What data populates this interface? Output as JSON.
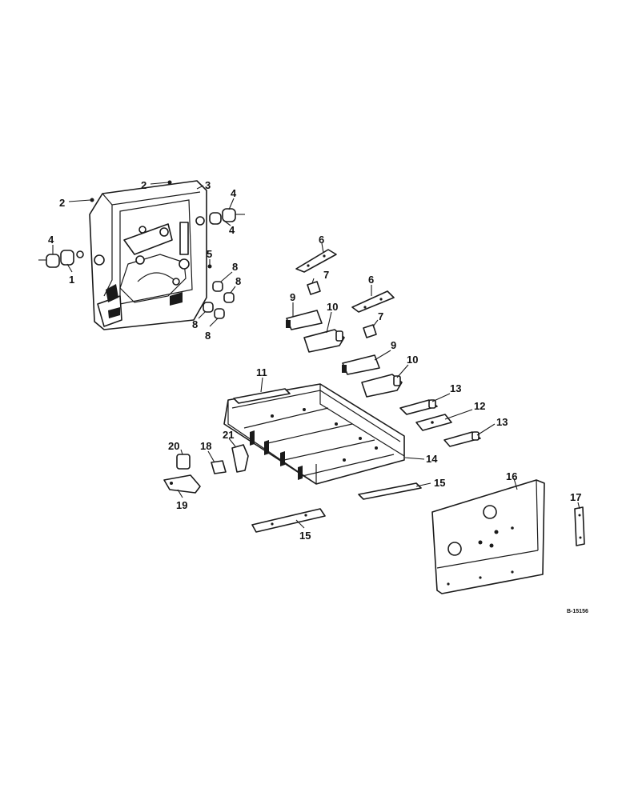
{
  "callouts": {
    "c1": "1",
    "c2a": "2",
    "c2b": "2",
    "c3": "3",
    "c4a": "4",
    "c4b": "4",
    "c4c": "4",
    "c5": "5",
    "c6a": "6",
    "c6b": "6",
    "c7a": "7",
    "c7b": "7",
    "c8a": "8",
    "c8b": "8",
    "c8c": "8",
    "c8d": "8",
    "c9a": "9",
    "c9b": "9",
    "c10a": "10",
    "c10b": "10",
    "c11": "11",
    "c12": "12",
    "c13a": "13",
    "c13b": "13",
    "c14": "14",
    "c15a": "15",
    "c15b": "15",
    "c16": "16",
    "c17": "17",
    "c18": "18",
    "c19": "19",
    "c20": "20",
    "c21": "21"
  },
  "drawing_ref": "B-15156"
}
